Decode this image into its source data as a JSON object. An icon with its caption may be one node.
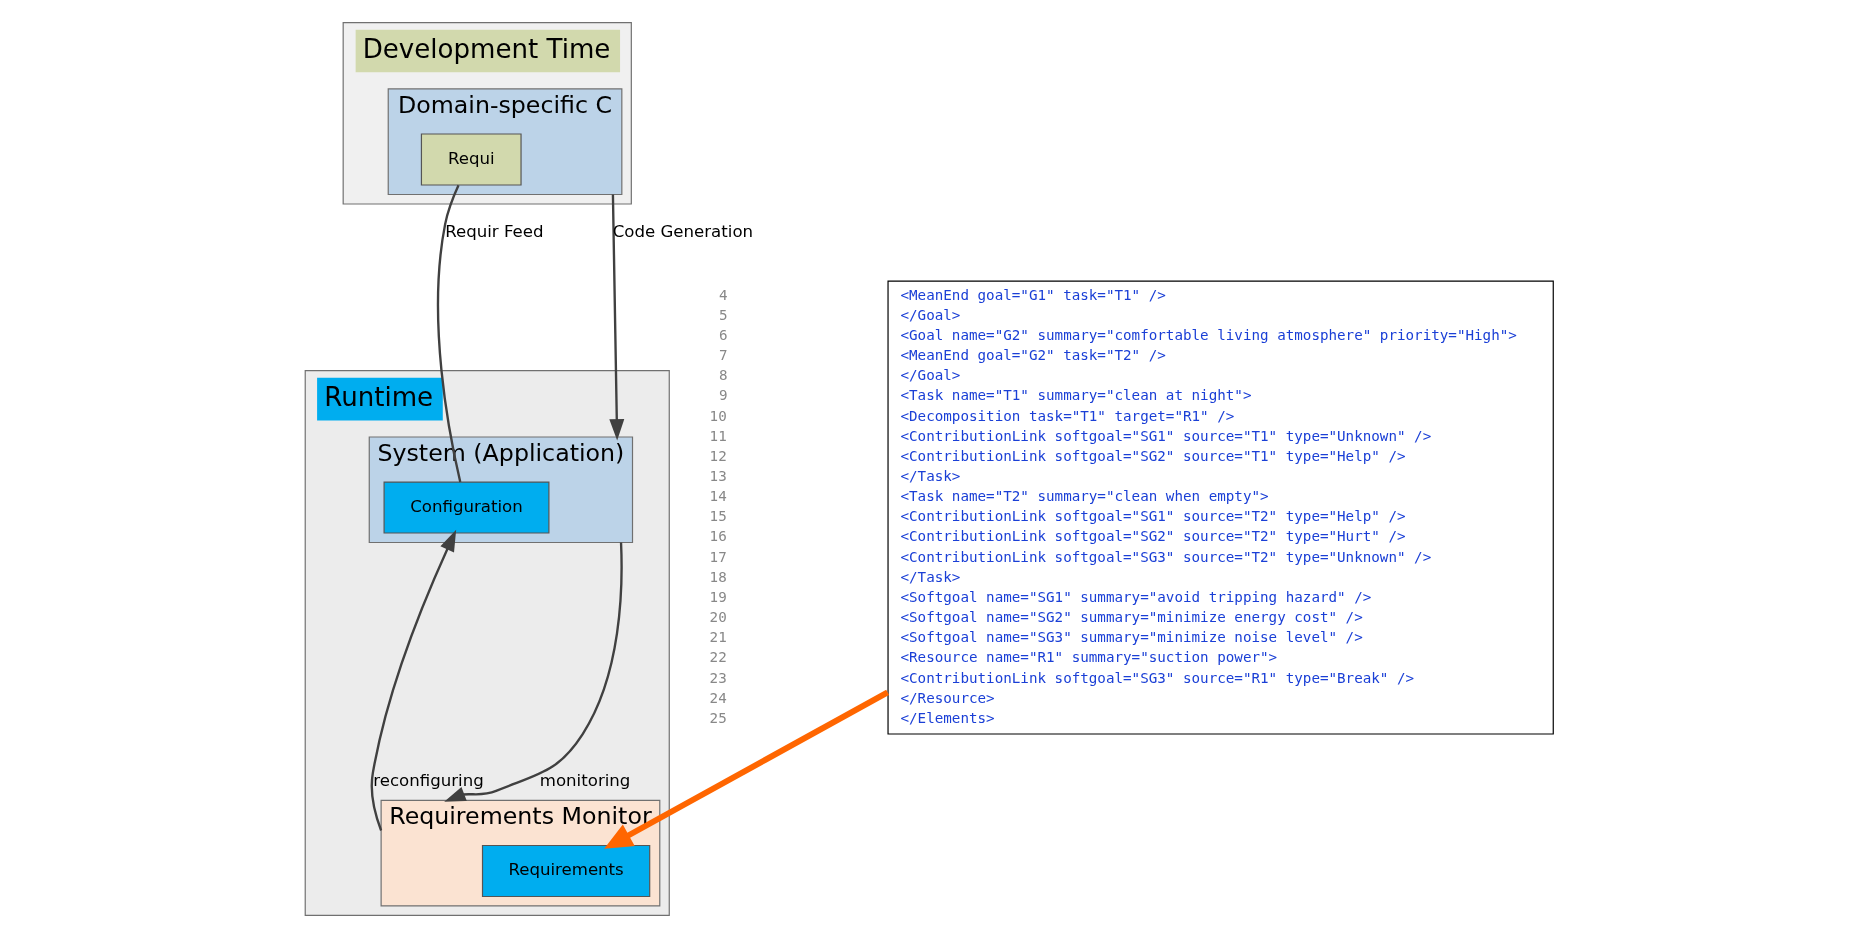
{
  "diagram": {
    "nodes": [
      {
        "text": [
          "Development Time"
        ]
      },
      {
        "text": [
          "Domain-specific C"
        ],
        "in": 0
      },
      {
        "text": [
          "Requi"
        ],
        "in": 1
      },
      {
        "text": [
          "Runtime"
        ]
      },
      {
        "text": [
          "System (Application)"
        ],
        "in": 3
      },
      {
        "text": [
          "Configuration"
        ],
        "in": 4
      },
      {
        "text": [
          "Requirements Monitor"
        ],
        "in": 3
      },
      {
        "text": [
          "Requirements"
        ],
        "in": 6
      },
      {
        "text": [
          "<MeanEnd goal=\"G1\" task=\"T1\" />",
          "</Goal>",
          "<Goal name=\"G2\" summary=\"comfortable living atmosphere\" priority=\"High\">",
          "<MeanEnd goal=\"G2\" task=\"T2\" />",
          "</Goal>",
          "<Task name=\"T1\" summary=\"clean at night\">",
          "<Decomposition task=\"T1\" target=\"R1\" />",
          "<ContributionLink softgoal=\"SG1\" source=\"T1\" type=\"Unknown\" />",
          "<ContributionLink softgoal=\"SG2\" source=\"T1\" type=\"Help\" />",
          "</Task>",
          "<Task name=\"T2\" summary=\"clean when empty\">",
          "<ContributionLink softgoal=\"SG1\" source=\"T2\" type=\"Help\" />",
          "<ContributionLink softgoal=\"SG2\" source=\"T2\" type=\"Hurt\" />",
          "<ContributionLink softgoal=\"SG3\" source=\"T2\" type=\"Unknown\" />",
          "</Task>",
          "<Softgoal name=\"SG1\" summary=\"avoid tripping hazard\" />",
          "<Softgoal name=\"SG2\" summary=\"minimize energy cost\" />",
          "<Softgoal name=\"SG3\" summary=\"minimize noise level\" />",
          "<Resource name=\"R1\" summary=\"suction power\">",
          "<ContributionLink softgoal=\"SG3\" source=\"R1\" type=\"Break\" />",
          "</Resource>",
          "</Elements>"
        ]
      }
    ],
    "edges": [
      {
        "from": 1,
        "to": 4,
        "arrow": "to",
        "label": "Code Generation"
      },
      {
        "from": 2,
        "to": 5,
        "arrow": "none",
        "label": "Requir Feed"
      },
      {
        "from": 6,
        "to": 5,
        "arrow": "to",
        "label": "reconfiguring"
      },
      {
        "from": 4,
        "to": 6,
        "arrow": "to",
        "label": "monitoring"
      },
      {
        "from": 8,
        "to": 7,
        "arrow": "to",
        "style": "thick",
        "color": "#ff6600"
      }
    ],
    "labels": [
      "4",
      "5",
      "6",
      "7",
      "8",
      "9",
      "10",
      "11",
      "12",
      "13",
      "14",
      "15",
      "16",
      "17",
      "18",
      "19",
      "20",
      "21",
      "22",
      "23",
      "24",
      "25"
    ]
  }
}
